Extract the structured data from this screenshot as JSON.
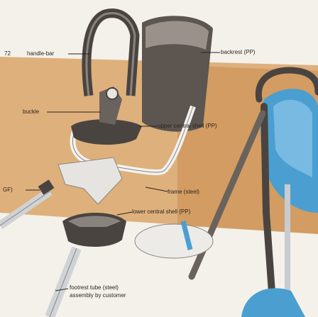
{
  "page_number": "72",
  "labels": {
    "handle_bar": "handle-bar",
    "backrest": "backrest (PP)",
    "buckle": "buckle",
    "upper_central_shell": "upper central shell (PP)",
    "gf_fragment": "GF)",
    "frame": "frame (steel)",
    "lower_central_shell": "lower central shell (PP)",
    "footrest_tube_line1": "footrest tube (steel)",
    "footrest_tube_line2": "assembly by customer"
  },
  "colors": {
    "paper": "#f4f1ea",
    "tan_band": "#d9a468",
    "dark_plastic": "#4a4440",
    "steel": "#cfd3d6",
    "blue_seat": "#4a9fd0",
    "ink": "#2a2420"
  }
}
